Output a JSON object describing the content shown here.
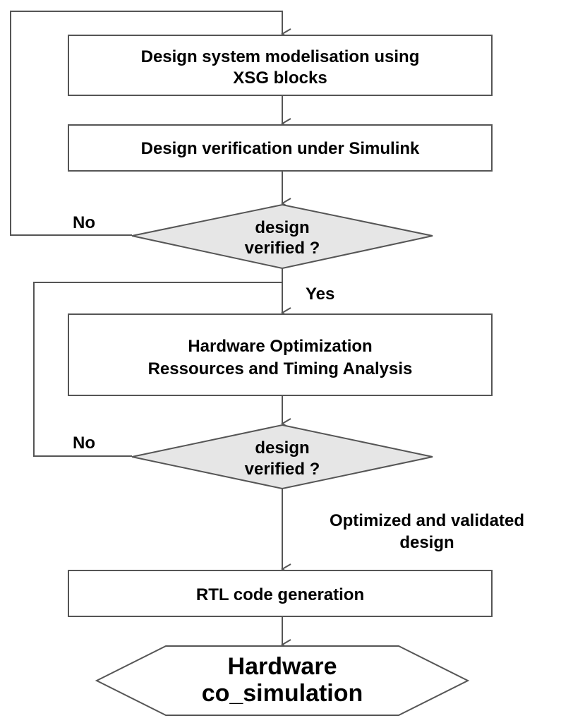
{
  "flowchart": {
    "step1": {
      "line1": "Design system modelisation using",
      "line2": "XSG blocks"
    },
    "step2": {
      "line1": "Design verification under Simulink"
    },
    "decision1": {
      "line1": "design",
      "line2": "verified ?",
      "no_label": "No",
      "yes_label": "Yes"
    },
    "step3": {
      "line1": "Hardware Optimization",
      "line2": "Ressources and Timing Analysis"
    },
    "decision2": {
      "line1": "design",
      "line2": "verified ?",
      "no_label": "No",
      "yes_label_line1": "Optimized and validated",
      "yes_label_line2": "design"
    },
    "step4": {
      "line1": "RTL code generation"
    },
    "terminal": {
      "line1": "Hardware",
      "line2": "co_simulation"
    }
  },
  "colors": {
    "box_fill": "#ffffff",
    "decision_fill": "#e6e6e6",
    "stroke": "#555555",
    "text": "#000000"
  }
}
